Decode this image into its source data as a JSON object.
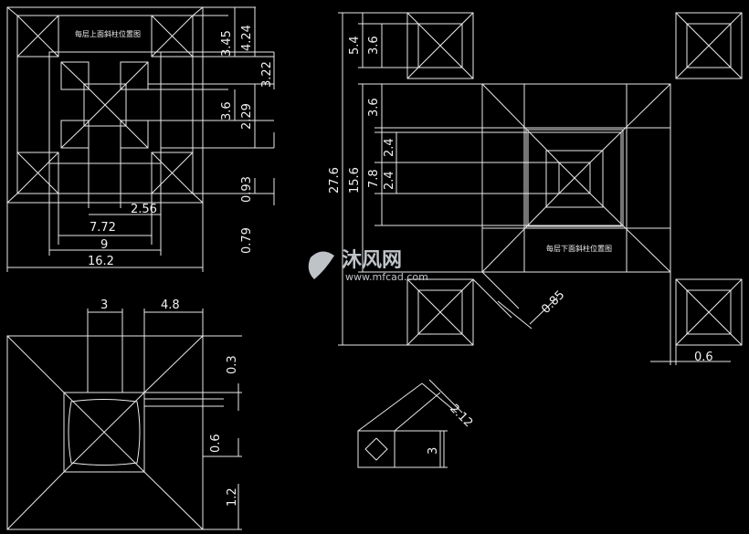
{
  "colors": {
    "background": "#000000",
    "line": "#e8e8e8",
    "text": "#f0f0f0"
  },
  "top_left_view": {
    "title": "每层上面斜柱位置图",
    "dims": {
      "d345": "3.45",
      "d424": "4.24",
      "d322": "3.22",
      "d36": "3.6",
      "d229": "2.29",
      "d093": "0.93",
      "d079": "0.79",
      "d256": "2.56",
      "d772": "7.72",
      "d9": "9",
      "d162": "16.2"
    }
  },
  "top_right_view": {
    "title": "每层下面斜柱位置图",
    "dims": {
      "d54": "5.4",
      "d36a": "3.6",
      "d36b": "3.6",
      "d276": "27.6",
      "d156": "15.6",
      "d78": "7.8",
      "d24a": "2.4",
      "d24b": "2.4",
      "d085": "0.85",
      "d06": "0.6"
    }
  },
  "bottom_left_view": {
    "dims": {
      "d3": "3",
      "d48": "4.8",
      "d03": "0.3",
      "d06": "0.6",
      "d12": "1.2"
    }
  },
  "bottom_mid_view": {
    "dims": {
      "d212": "2.12",
      "d3": "3"
    }
  },
  "watermark": {
    "brand": "沐风网",
    "url": "www.mfcad.com",
    "icon": "mf-logo-icon"
  }
}
